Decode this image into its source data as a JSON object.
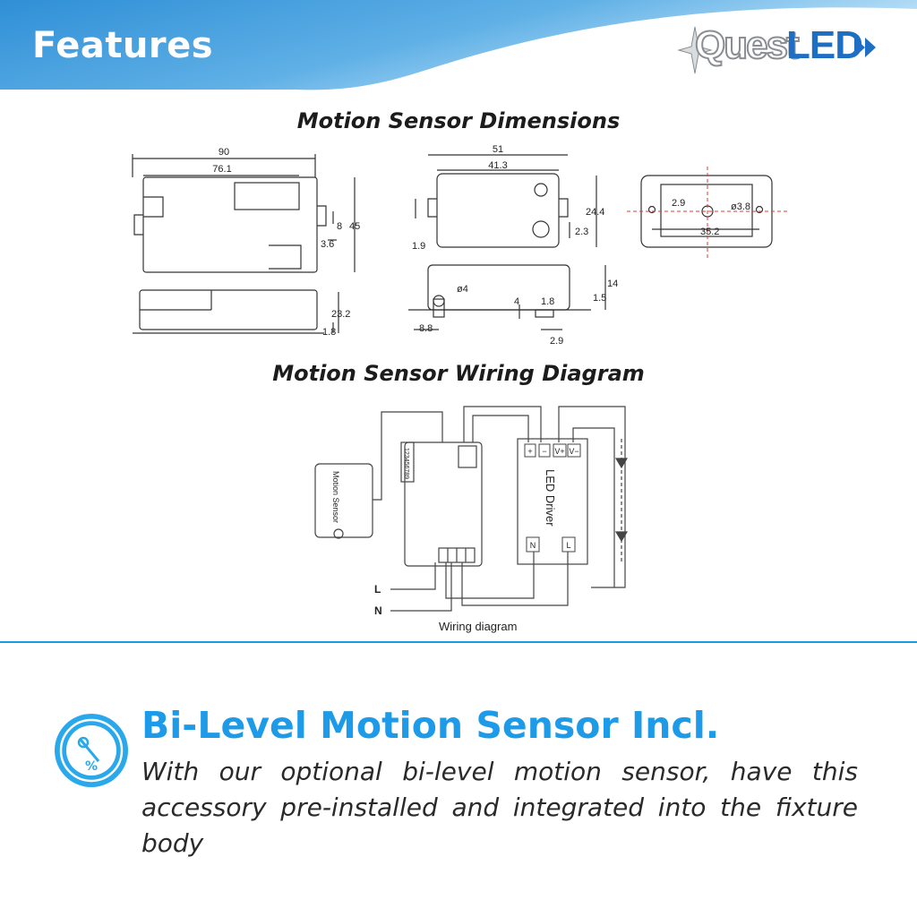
{
  "header": {
    "title": "Features",
    "brand": {
      "part1": "Quest",
      "part2": "LED"
    }
  },
  "colors": {
    "header_blue": "#2f8fd6",
    "header_light": "#9fd3f4",
    "accent": "#1e9be8",
    "brand_blue": "#1e6fc4",
    "red_centerline": "#e53935",
    "line": "#333333"
  },
  "dimensions": {
    "title": "Motion Sensor Dimensions",
    "labels": {
      "d90": "90",
      "d76_1": "76.1",
      "d8": "8",
      "d45": "45",
      "d3_6": "3.6",
      "d23_2": "23.2",
      "d1_8": "1.8",
      "d51": "51",
      "d41_3": "41.3",
      "d24_4": "24.4",
      "d2_3": "2.3",
      "d1_9": "1.9",
      "d14": "14",
      "d1_5": "1.5",
      "dphi4": "ø4",
      "d4": "4",
      "d1_8b": "1.8",
      "d8_8": "8.8",
      "d2_9": "2.9",
      "e2_9": "2.9",
      "ephi3_8": "ø3.8",
      "e35_2": "35.2"
    }
  },
  "wiring": {
    "title": "Motion Sensor Wiring Diagram",
    "motion_sensor_label": "Motion Sensor",
    "module_serial": "123456789",
    "driver_label": "LED Driver",
    "driver_terminals": [
      "+",
      "−",
      "V+",
      "V−"
    ],
    "driver_inputs": [
      "N",
      "L"
    ],
    "line_label": "L",
    "neutral_label": "N",
    "caption": "Wiring diagram"
  },
  "feature": {
    "icon": "motion-sensor-percent-icon",
    "heading": "Bi-Level Motion Sensor Incl.",
    "body": "With our optional bi-level motion sensor, have this accessory pre-installed and integrated into the fixture body"
  }
}
